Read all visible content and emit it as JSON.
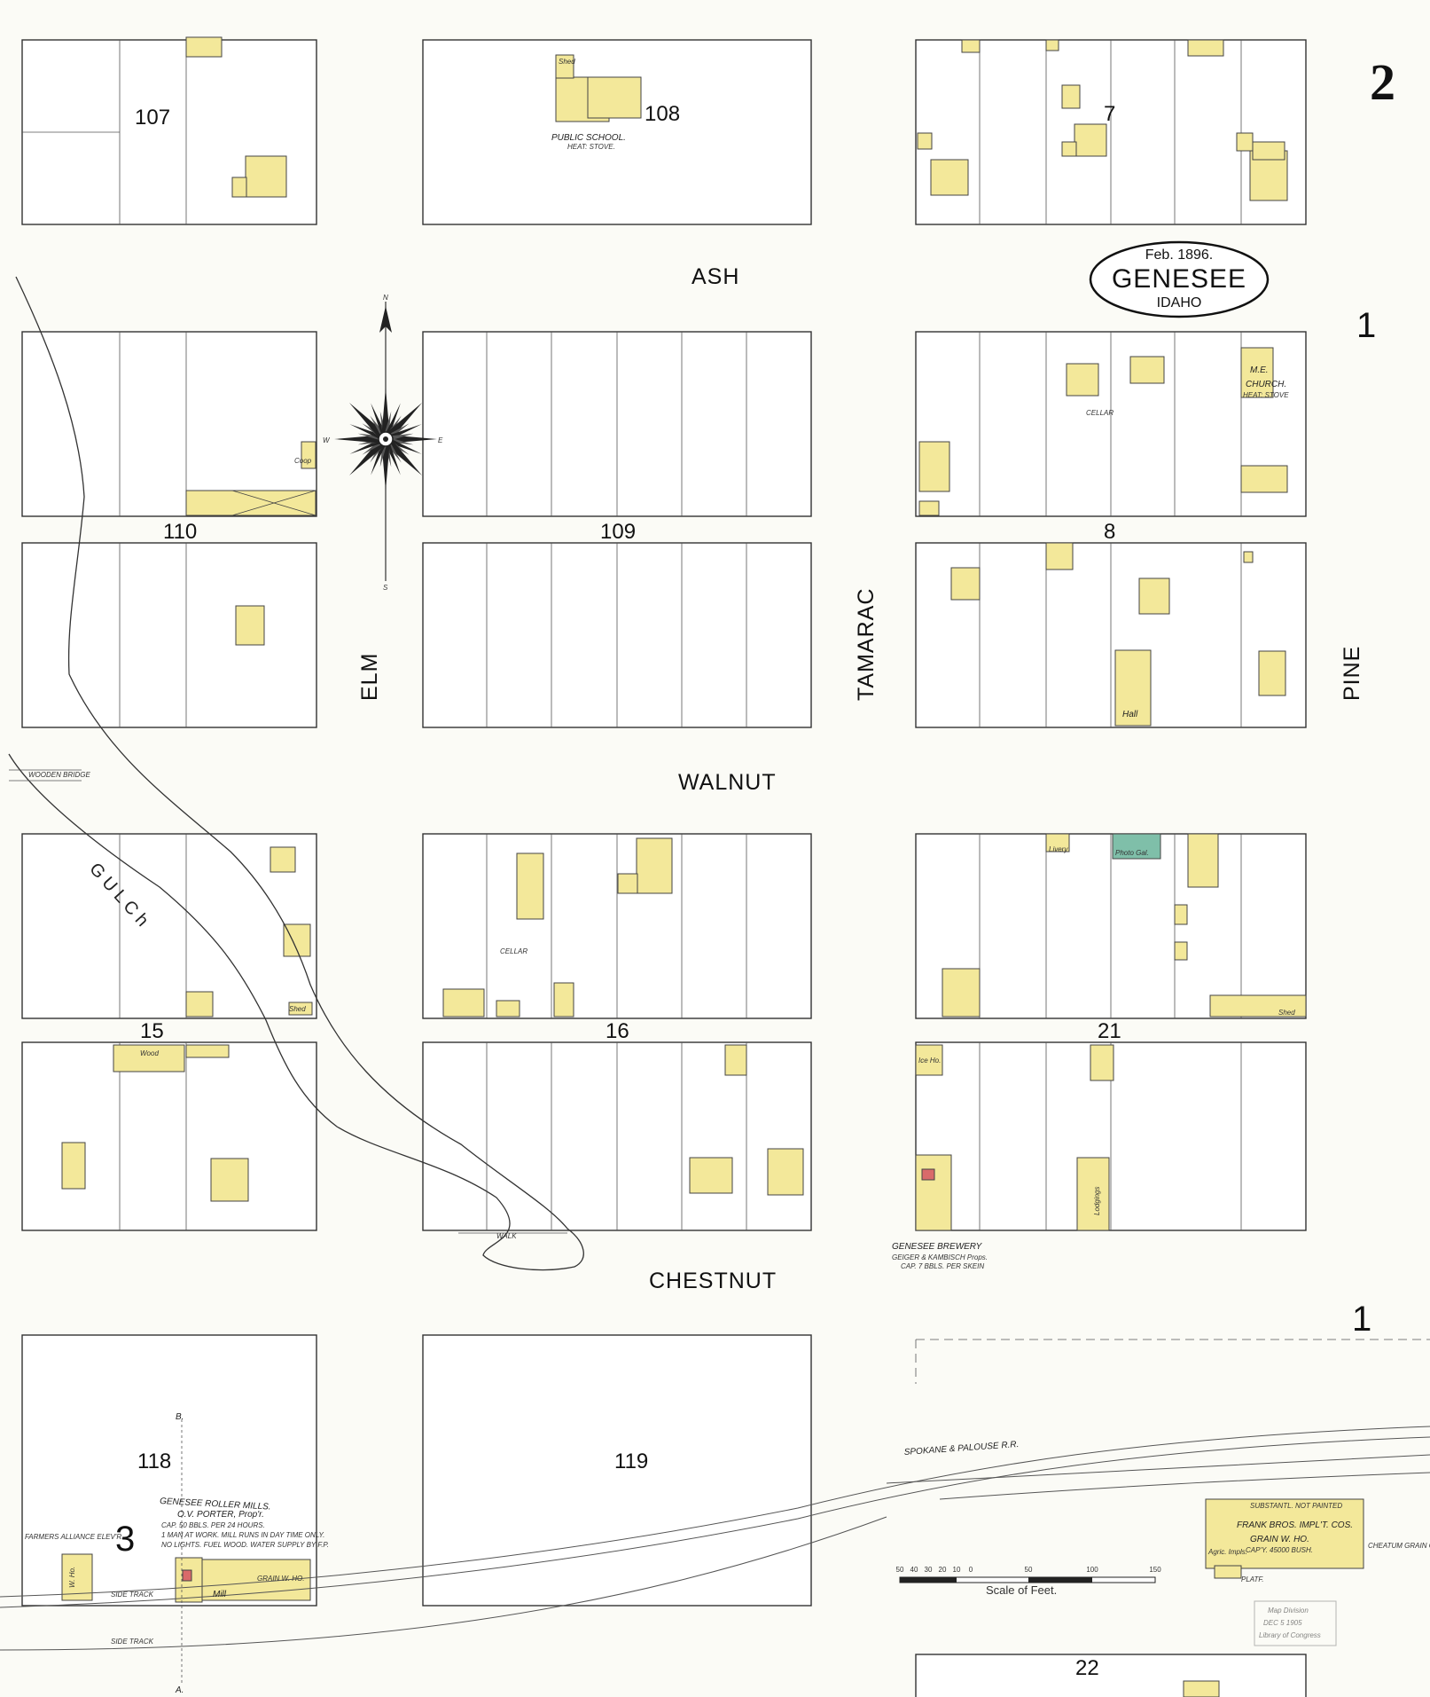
{
  "sheet_number": "2",
  "adjoining": {
    "right_upper": "1",
    "right_lower": "1",
    "bottom_left": "3"
  },
  "title": {
    "date": "Feb. 1896.",
    "city": "GENESEE",
    "state": "IDAHO"
  },
  "streets": {
    "ash": "ASH",
    "walnut": "WALNUT",
    "chestnut": "CHESTNUT",
    "elm": "ELM",
    "tamarac": "TAMARAC",
    "pine": "PINE"
  },
  "blocks": {
    "b107": "107",
    "b108": "108",
    "b7": "7",
    "b110": "110",
    "b109": "109",
    "b8": "8",
    "b15": "15",
    "b16": "16",
    "b21": "21",
    "b118": "118",
    "b119": "119",
    "b22": "22"
  },
  "labels": {
    "public_school": "PUBLIC SCHOOL.",
    "school_heat": "HEAT: STOVE.",
    "me_church": "M.E.",
    "church": "CHURCH.",
    "church_heat": "HEAT: STOVE",
    "hall": "Hall",
    "photo_gal": "Photo Gal.",
    "livery": "Livery",
    "cellar": "CELLAR",
    "shed": "Shed",
    "coop": "Coop",
    "wood": "Wood",
    "ice_ho": "Ice Ho.",
    "lodgings": "Lodgings",
    "brewery_name": "GENESEE BREWERY",
    "brewery_props": "GEIGER & KAMBISCH Props.",
    "brewery_cap": "CAP. 7 BBLS. PER SKEIN",
    "mills_name": "GENESEE ROLLER MILLS.",
    "mills_prop": "O.V. PORTER, Prop'r.",
    "mills_note1": "CAP. 50 BBLS. PER 24 HOURS.",
    "mills_note2": "1 MAN AT WORK. MILL RUNS IN DAY TIME ONLY.",
    "mills_note3": "NO LIGHTS. FUEL WOOD. WATER SUPPLY BY F.P.",
    "mill": "Mill",
    "grain_wh": "GRAIN W. HO.",
    "wh": "W. Ho.",
    "farmers_elev": "FARMERS ALLIANCE ELEV'R.",
    "frank_bros_1": "SUBSTANTL. NOT PAINTED",
    "frank_bros_2": "FRANK BROS. IMPL'T. COS.",
    "frank_bros_3": "GRAIN W. HO.",
    "frank_bros_4": "CAP'Y. 45000 BUSH.",
    "agric_impls": "Agric. Impls.",
    "checkum": "CHEATUM GRAIN CO. W. HO.",
    "wooden_bridge": "WOODEN BRIDGE",
    "walk": "WALK",
    "side_track_1": "SIDE TRACK",
    "side_track_2": "SIDE TRACK",
    "platf": "PLATF.",
    "spokane_palouse": "SPOKANE & PALOUSE R.R.",
    "gulch": "G U L C h",
    "section_b": "B.",
    "section_a": "A."
  },
  "compass": {
    "n": "N",
    "s": "S",
    "e": "E",
    "w": "W"
  },
  "scale": {
    "label": "Scale of Feet.",
    "ticks": [
      "50",
      "40",
      "30",
      "20",
      "10",
      "0",
      "50",
      "100",
      "150"
    ]
  },
  "stamp": {
    "line1": "Map Division",
    "line2": "DEC 5 1905",
    "line3": "Library of Congress"
  }
}
